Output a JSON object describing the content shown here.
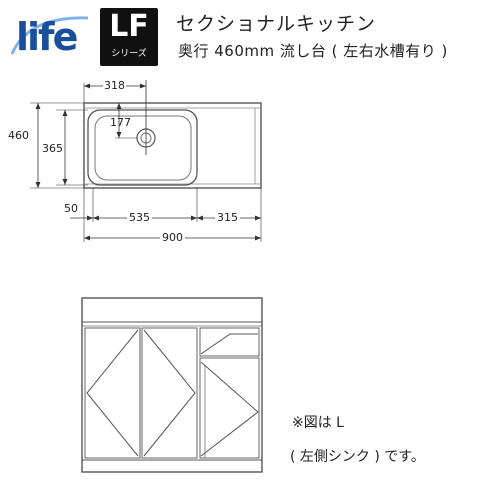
{
  "brand": {
    "logo_text": "life",
    "series_letters": "LF",
    "series_sub": "シリーズ"
  },
  "title": {
    "main": "セクショナルキッチン",
    "sub": "奥行 460mm  流し台 ( 左右水槽有り )"
  },
  "dimensions": {
    "d318": "318",
    "d177": "177",
    "d460": "460",
    "d365": "365",
    "d50": "50",
    "d535": "535",
    "d315": "315",
    "d900": "900"
  },
  "notes": {
    "line1": "※図は L",
    "line2": "( 左側シンク ) です。"
  }
}
